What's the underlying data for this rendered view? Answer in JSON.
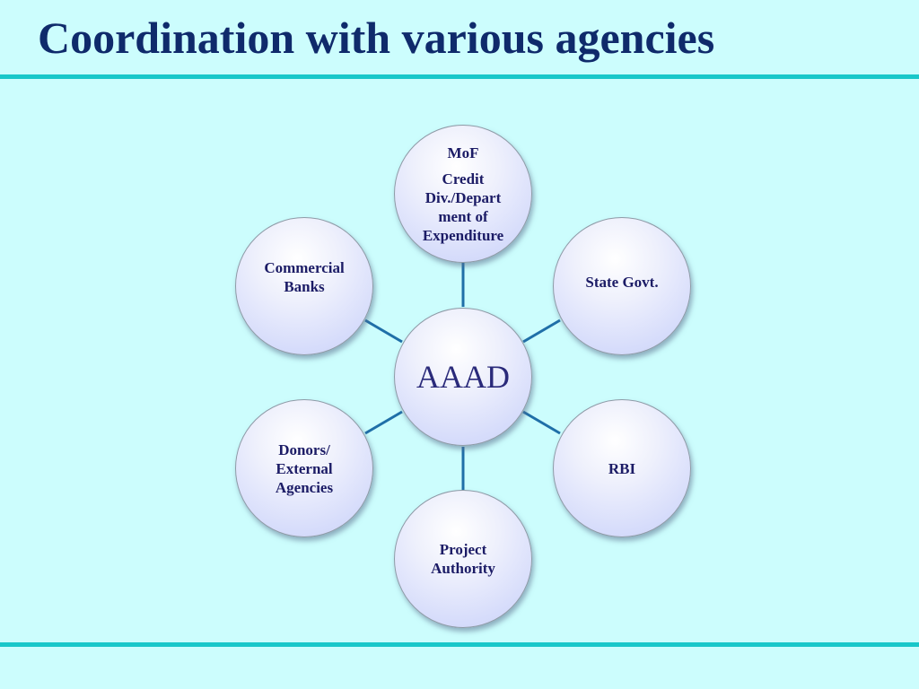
{
  "title": "Coordination with various agencies",
  "center": "AAAD",
  "nodes": {
    "mof": {
      "head": "MoF",
      "lines": [
        "Credit",
        "Div./Depart",
        "ment of",
        "Expenditure"
      ]
    },
    "state_govt": "State Govt.",
    "rbi": "RBI",
    "project_authority": [
      "Project",
      "Authority"
    ],
    "donors": [
      "Donors/",
      "External",
      "Agencies"
    ],
    "commercial_banks": [
      "Commercial",
      "Banks"
    ]
  },
  "colors": {
    "background": "#ccfdfd",
    "title": "#0f2a6b",
    "rule": "#19c7c9",
    "connector": "#1f6fa8",
    "node_text": "#1c1c66"
  }
}
